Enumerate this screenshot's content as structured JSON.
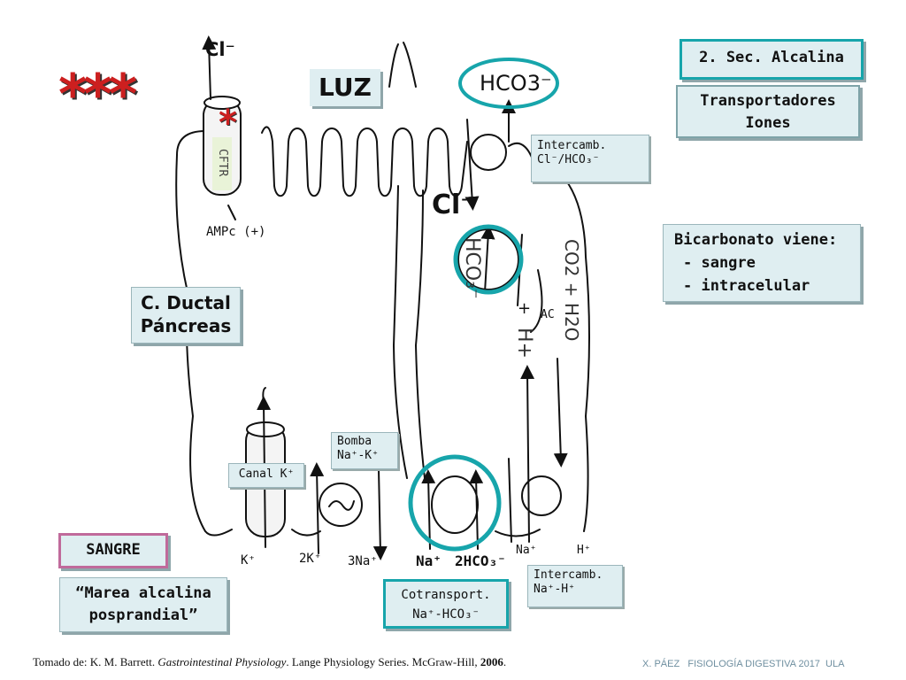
{
  "labels": {
    "stars": "***",
    "cl_top": "Cl⁻",
    "hco3_top": "HCO3⁻",
    "luz": "LUZ",
    "asterisk": "*",
    "cftr": "CFTR",
    "ampc": "AMPc (+)",
    "cl_mid": "Cl⁻",
    "intercamb_cl_1": "Intercamb.",
    "intercamb_cl_2": "Cl⁻/HCO₃⁻",
    "hco3_hand": "HCO₃⁻",
    "co2_h2o": "CO2 + H2O",
    "plus": "+",
    "h_plus": "H+",
    "ac": "AC",
    "ductal_1": "C. Ductal",
    "ductal_2": "Páncreas",
    "bomba_1": "Bomba",
    "bomba_2": "Na⁺-K⁺",
    "canal_k": "Canal K⁺",
    "k_plus": "K⁺",
    "two_k": "2K⁺",
    "three_na": "3Na⁺",
    "na_plus": "Na⁺",
    "two_hco3": "2HCO₃⁻",
    "na_right": "Na⁺",
    "h_right": "H⁺",
    "intercamb_na_1": "Intercamb.",
    "intercamb_na_2": "Na⁺-H⁺",
    "cotransport_1": "Cotransport.",
    "cotransport_2": "Na⁺-HCO₃⁻",
    "sangre": "SANGRE",
    "marea_1": "“Marea alcalina",
    "marea_2": "posprandial”",
    "sec_alcalina": "2. Sec. Alcalina",
    "transportadores_1": "Transportadores",
    "transportadores_2": "Iones",
    "bicarb_1": "Bicarbonato viene:",
    "bicarb_2": "- sangre",
    "bicarb_3": "- intracelular"
  },
  "footer": {
    "cite_prefix": "Tomado de: K. M. Barrett. ",
    "cite_title": "Gastrointestinal Physiology",
    "cite_suffix": ". Lange Physiology Series. McGraw-Hill, ",
    "cite_year": "2006",
    "cite_end": ".",
    "author": "X. PÁEZ   FISIOLOGÍA DIGESTIVA 2017  ULA"
  },
  "colors": {
    "teal": "#17a5ab",
    "pink": "#c06a9b",
    "box_fill": "#dfeef1",
    "red": "#cc1f1f"
  }
}
